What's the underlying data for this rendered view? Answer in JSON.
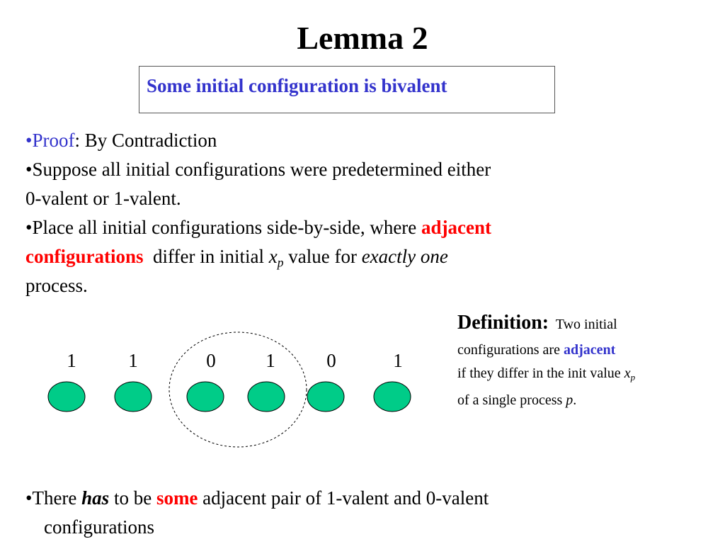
{
  "slide": {
    "title": "Lemma 2",
    "lemma": "Some initial configuration is bivalent",
    "bullets": {
      "b1_dot": "•",
      "b1_proof": "Proof",
      "b1_rest": ": By Contradiction",
      "b2_line1": "•Suppose all initial configurations were predetermined either",
      "b2_line2": "0-valent  or 1-valent.",
      "b3_line1_pre": "•Place all initial configurations side-by-side, where ",
      "b3_line1_red": "adjacent",
      "b3_line2_red": "configurations",
      "b3_line2_mid": "  differ in initial ",
      "b3_x": "x",
      "b3_p": "p",
      "b3_line2_post": " value for ",
      "b3_line2_italic": "exactly one",
      "b3_line3": "process.",
      "b4_pre": "•There ",
      "b4_has": "has",
      "b4_mid": " to be ",
      "b4_some": "some",
      "b4_post": " adjacent pair of 1-valent and 0-valent",
      "b4_line2": "configurations"
    },
    "definition": {
      "head": "Definition:",
      "l1_rest": "  Two initial",
      "l2_pre": "configurations are ",
      "l2_adj": "adjacent",
      "l3_pre": "if they differ in the init value ",
      "l3_x": "x",
      "l3_p": "p",
      "l4_pre": "of a single process ",
      "l4_p": "p",
      "l4_post": "."
    },
    "configurations": [
      "1",
      "1",
      "0",
      "1",
      "0",
      "1"
    ],
    "colors": {
      "node_fill": "#00cc88",
      "blue_text": "#3333cc",
      "red_text": "#ff0000"
    }
  }
}
